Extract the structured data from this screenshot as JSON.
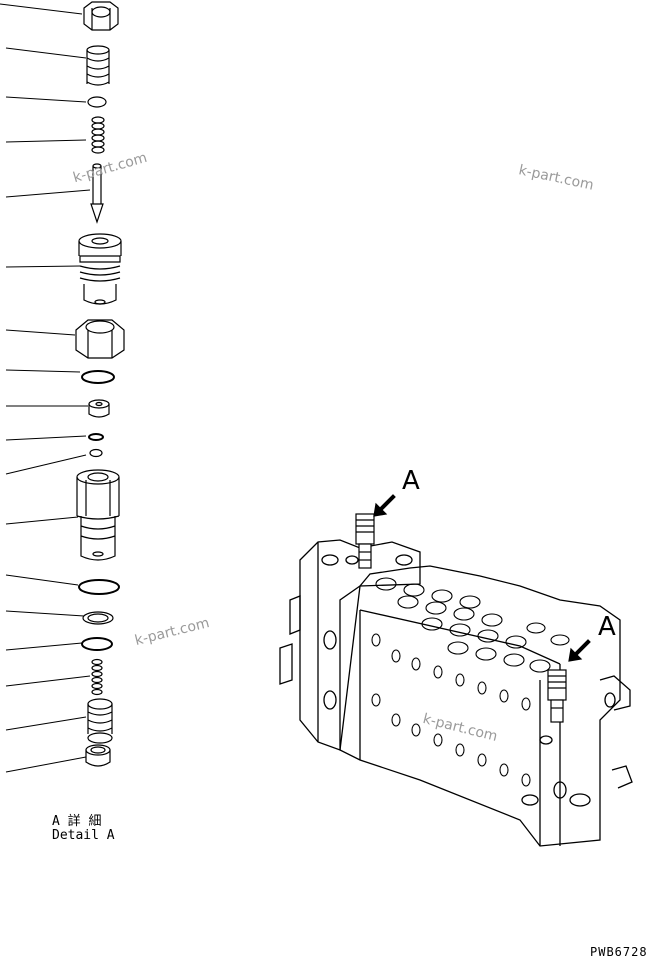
{
  "detail_title_jp": "A 詳 細",
  "detail_title_en": "Detail A",
  "callout_letter_1": "A",
  "callout_letter_2": "A",
  "drawing_code": "PWB6728",
  "watermarks": [
    "k-part.com",
    "k-part.com",
    "k-part.com",
    "k-part.com"
  ]
}
